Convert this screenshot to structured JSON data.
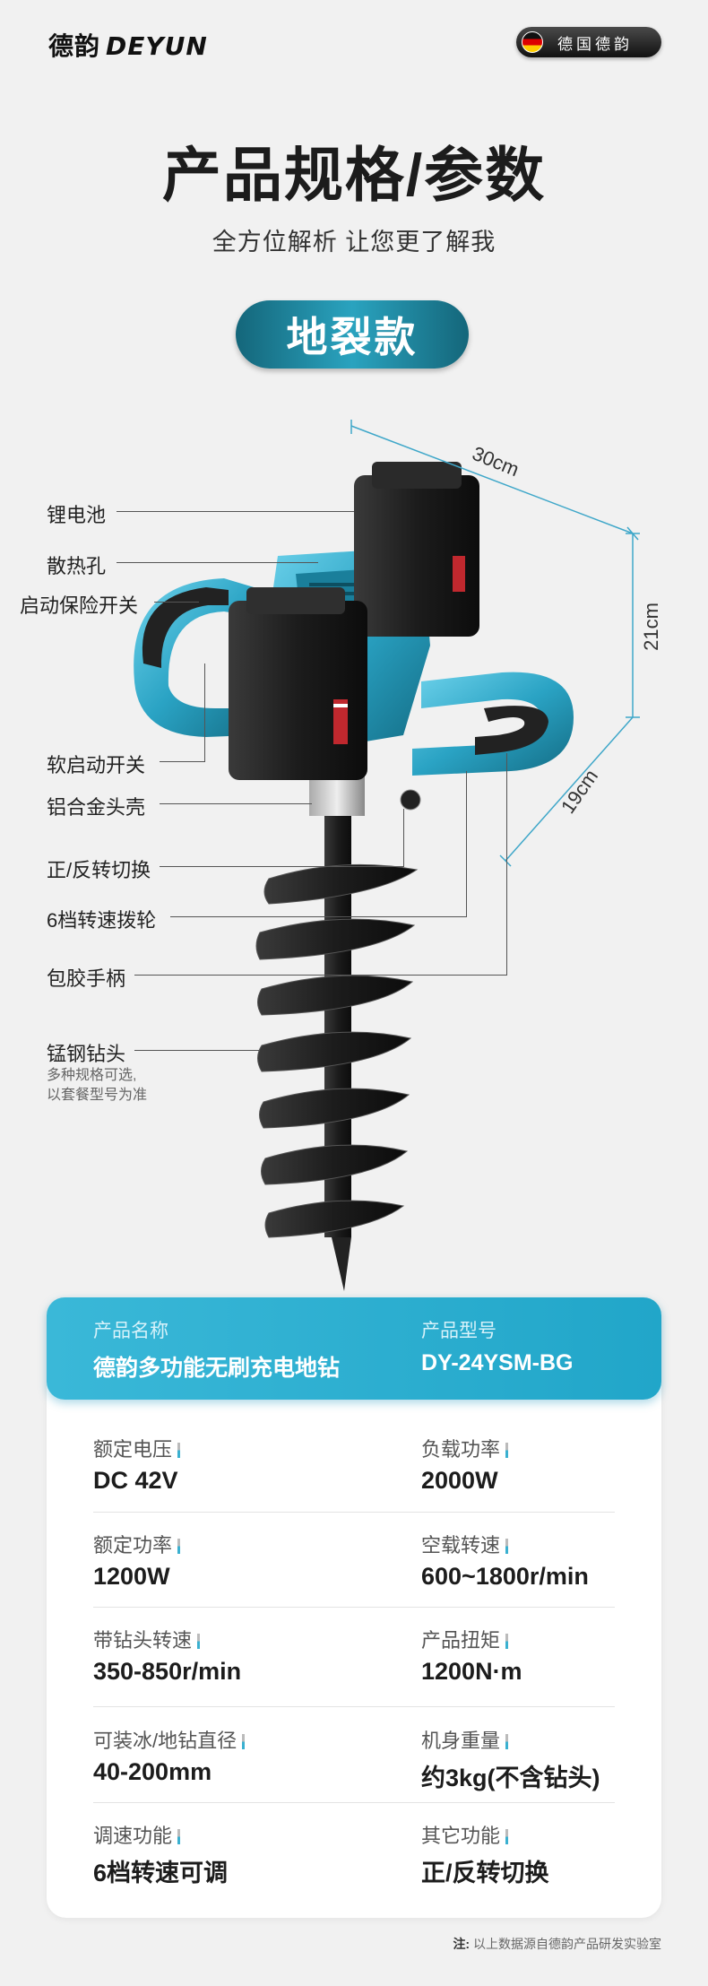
{
  "header": {
    "brand_cn": "德韵",
    "brand_en": "DEYUN",
    "pill_text": "德国德韵"
  },
  "hero": {
    "title": "产品规格/参数",
    "subtitle": "全方位解析 让您更了解我",
    "model_badge": "地裂款"
  },
  "dimensions": {
    "length": "30cm",
    "height": "21cm",
    "width": "19cm"
  },
  "callouts": [
    {
      "label": "锂电池"
    },
    {
      "label": "散热孔"
    },
    {
      "label": "启动保险开关"
    },
    {
      "label": "软启动开关"
    },
    {
      "label": "铝合金头壳"
    },
    {
      "label": "正/反转切换"
    },
    {
      "label": "6档转速拨轮"
    },
    {
      "label": "包胶手柄"
    },
    {
      "label": "锰钢钻头",
      "sub1": "多种规格可选,",
      "sub2": "以套餐型号为准"
    }
  ],
  "spec_header": {
    "name_label": "产品名称",
    "name_value": "德韵多功能无刷充电地钻",
    "model_label": "产品型号",
    "model_value": "DY-24YSM-BG"
  },
  "specs": [
    {
      "left_label": "额定电压",
      "left_value": "DC 42V",
      "right_label": "负载功率",
      "right_value": "2000W"
    },
    {
      "left_label": "额定功率",
      "left_value": "1200W",
      "right_label": "空载转速",
      "right_value": "600~1800r/min"
    },
    {
      "left_label": "带钻头转速",
      "left_value": "350-850r/min",
      "right_label": "产品扭矩",
      "right_value": "1200N·m"
    },
    {
      "left_label": "可装冰/地钻直径",
      "left_value": "40-200mm",
      "right_label": "机身重量",
      "right_value": "约3kg(不含钻头)"
    },
    {
      "left_label": "调速功能",
      "left_value": "6档转速可调",
      "right_label": "其它功能",
      "right_value": "正/反转切换"
    }
  ],
  "footer": {
    "note_prefix": "注:",
    "note_text": "以上数据源自德韵产品研发实验室"
  },
  "colors": {
    "accent": "#2aa8c9",
    "tool_body": "#2aa3c4",
    "background": "#f1f1f1"
  }
}
